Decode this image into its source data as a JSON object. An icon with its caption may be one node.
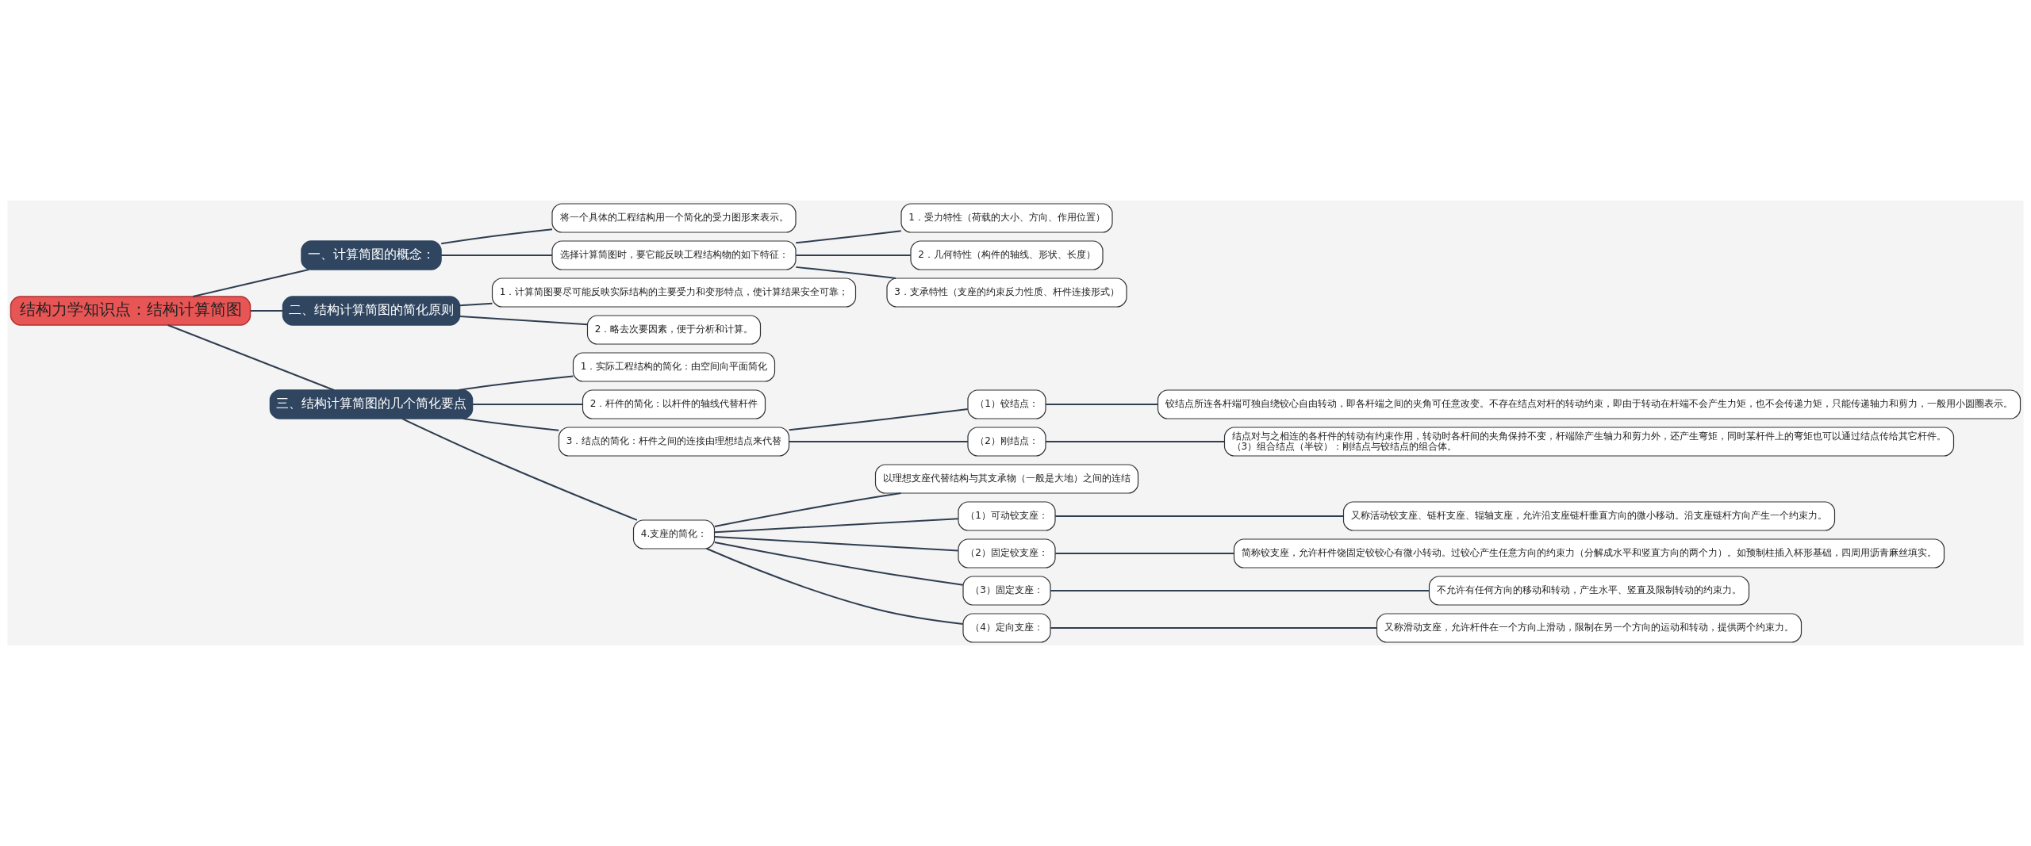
{
  "diagram": {
    "nodes": [
      {
        "text": [
          "结构力学知识点：结构计算简图"
        ]
      },
      {
        "text": [
          "一、计算简图的概念："
        ]
      },
      {
        "text": [
          "将一个具体的工程结构用一个简化的受力图形来表示。"
        ]
      },
      {
        "text": [
          "选择计算简图时，要它能反映工程结构物的如下特征："
        ]
      },
      {
        "text": [
          "1．受力特性（荷载的大小、方向、作用位置）"
        ]
      },
      {
        "text": [
          "2．几何特性（构件的轴线、形状、长度）"
        ]
      },
      {
        "text": [
          "3．支承特性（支座的约束反力性质、杆件连接形式）"
        ]
      },
      {
        "text": [
          "二、结构计算简图的简化原则"
        ]
      },
      {
        "text": [
          "1．计算简图要尽可能反映实际结构的主要受力和变形特点，使计算结果安全可靠；"
        ]
      },
      {
        "text": [
          "2．略去次要因素，便于分析和计算。"
        ]
      },
      {
        "text": [
          "三、结构计算简图的几个简化要点"
        ]
      },
      {
        "text": [
          "1．实际工程结构的简化：由空间向平面简化"
        ]
      },
      {
        "text": [
          "2．杆件的简化：以杆件的轴线代替杆件"
        ]
      },
      {
        "text": [
          "3．结点的简化：杆件之间的连接由理想结点来代替"
        ]
      },
      {
        "text": [
          "（1）铰结点："
        ]
      },
      {
        "text": [
          "铰结点所连各杆端可独自绕铰心自由转动，即各杆端之间的夹角可任意改变。不存在结点对杆的转动约束，即由于转动在杆端不会产生力矩，也不会传递力矩，只能传递轴力和剪力，一般用小圆圈表示。"
        ]
      },
      {
        "text": [
          "（2）刚结点："
        ]
      },
      {
        "text": [
          "结点对与之相连的各杆件的转动有约束作用，转动时各杆间的夹角保持不变，杆端除产生轴力和剪力外，还产生弯矩，同时某杆件上的弯矩也可以通过结点传给其它杆件。",
          "（3）组合结点（半铰）：刚结点与铰结点的组合体。"
        ]
      },
      {
        "text": [
          "4.支座的简化："
        ]
      },
      {
        "text": [
          "以理想支座代替结构与其支承物（一般是大地）之间的连结"
        ]
      },
      {
        "text": [
          "（1）可动铰支座："
        ]
      },
      {
        "text": [
          "又称活动铰支座、链杆支座、辊轴支座，允许沿支座链杆垂直方向的微小移动。沿支座链杆方向产生一个约束力。"
        ]
      },
      {
        "text": [
          "（2）固定铰支座："
        ]
      },
      {
        "text": [
          "简称铰支座，允许杆件饶固定铰铰心有微小转动。过铰心产生任意方向的约束力（分解成水平和竖直方向的两个力）。如预制柱插入杯形基础，四周用沥青麻丝填实。"
        ]
      },
      {
        "text": [
          "（3）固定支座："
        ]
      },
      {
        "text": [
          "不允许有任何方向的移动和转动，产生水平、竖直及限制转动的约束力。"
        ]
      },
      {
        "text": [
          "（4）定向支座："
        ]
      },
      {
        "text": [
          "又称滑动支座，允许杆件在一个方向上滑动，限制在另一个方向的运动和转动，提供两个约束力。"
        ]
      }
    ],
    "edges": [
      {
        "from": 0,
        "to": 1,
        "arrow": "none"
      },
      {
        "from": 1,
        "to": 2,
        "arrow": "none"
      },
      {
        "from": 1,
        "to": 3,
        "arrow": "none"
      },
      {
        "from": 3,
        "to": 4,
        "arrow": "none"
      },
      {
        "from": 3,
        "to": 5,
        "arrow": "none"
      },
      {
        "from": 3,
        "to": 6,
        "arrow": "none"
      },
      {
        "from": 0,
        "to": 7,
        "arrow": "none"
      },
      {
        "from": 7,
        "to": 8,
        "arrow": "none"
      },
      {
        "from": 7,
        "to": 9,
        "arrow": "none"
      },
      {
        "from": 0,
        "to": 10,
        "arrow": "none"
      },
      {
        "from": 10,
        "to": 11,
        "arrow": "none"
      },
      {
        "from": 10,
        "to": 12,
        "arrow": "none"
      },
      {
        "from": 10,
        "to": 13,
        "arrow": "none"
      },
      {
        "from": 13,
        "to": 14,
        "arrow": "none"
      },
      {
        "from": 14,
        "to": 15,
        "arrow": "none"
      },
      {
        "from": 13,
        "to": 16,
        "arrow": "none"
      },
      {
        "from": 16,
        "to": 17,
        "arrow": "none"
      },
      {
        "from": 10,
        "to": 18,
        "arrow": "none"
      },
      {
        "from": 18,
        "to": 19,
        "arrow": "none"
      },
      {
        "from": 18,
        "to": 20,
        "arrow": "none"
      },
      {
        "from": 20,
        "to": 21,
        "arrow": "none"
      },
      {
        "from": 18,
        "to": 22,
        "arrow": "none"
      },
      {
        "from": 22,
        "to": 23,
        "arrow": "none"
      },
      {
        "from": 18,
        "to": 24,
        "arrow": "none"
      },
      {
        "from": 24,
        "to": 25,
        "arrow": "none"
      },
      {
        "from": 18,
        "to": 26,
        "arrow": "none"
      },
      {
        "from": 26,
        "to": 27,
        "arrow": "none"
      }
    ]
  }
}
